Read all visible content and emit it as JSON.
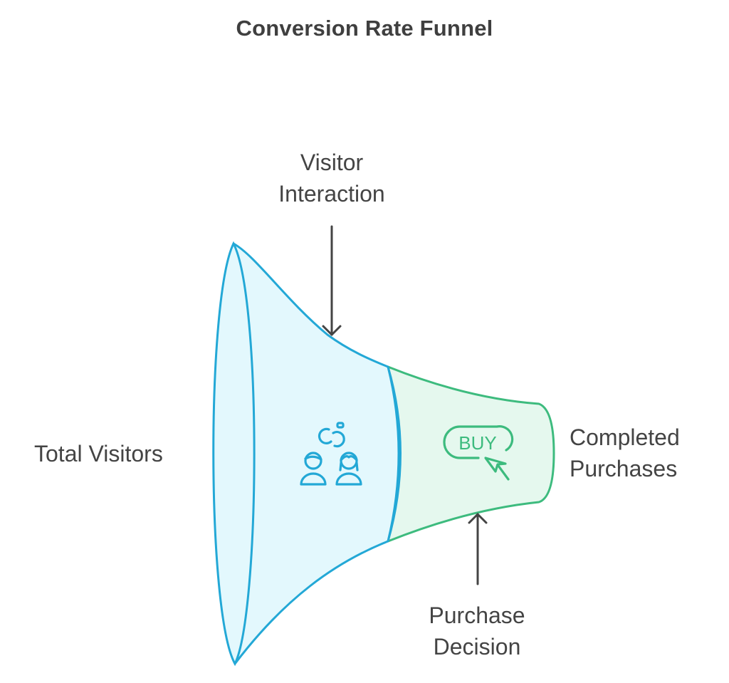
{
  "title": "Conversion Rate Funnel",
  "colors": {
    "visitors_stroke": "#23a8d6",
    "visitors_fill": "#e3f8fd",
    "purchase_stroke": "#3dbb7e",
    "purchase_fill": "#e5f8ee",
    "arrow": "#444444",
    "text": "#444444"
  },
  "stages": [
    {
      "name": "visitors",
      "icon": "people-connection-icon",
      "label": "Total Visitors"
    },
    {
      "name": "purchases",
      "icon": "buy-button-cursor-icon",
      "label": "Completed Purchases"
    }
  ],
  "labels": {
    "total_visitors": "Total Visitors",
    "visitor_interaction_line1": "Visitor",
    "visitor_interaction_line2": "Interaction",
    "completed_purchases_line1": "Completed",
    "completed_purchases_line2": "Purchases",
    "purchase_decision_line1": "Purchase",
    "purchase_decision_line2": "Decision"
  },
  "icons": {
    "buy_text": "BUY"
  }
}
